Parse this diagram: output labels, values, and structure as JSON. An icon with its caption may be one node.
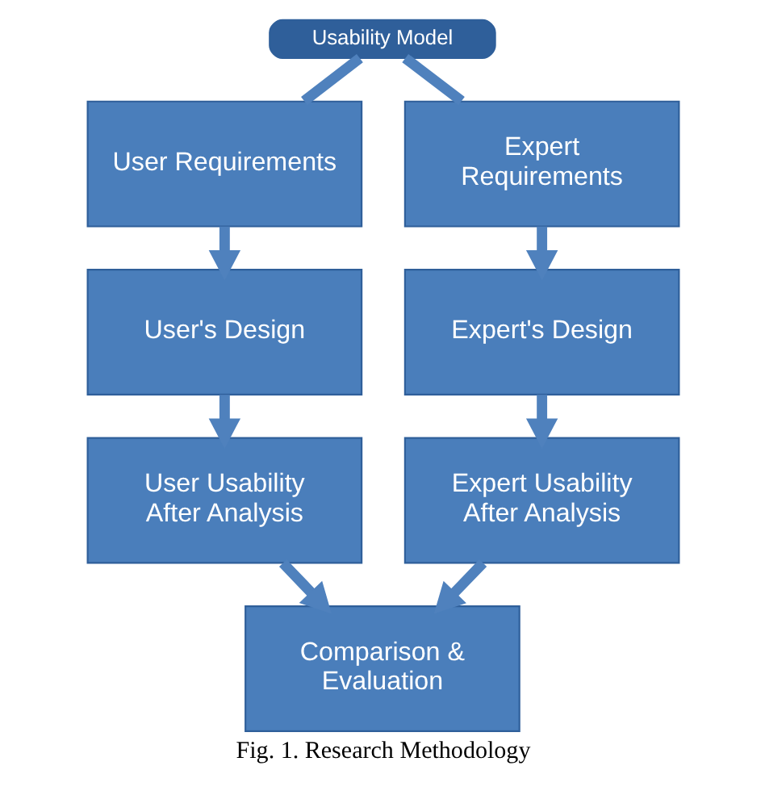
{
  "diagram": {
    "caption": "Fig. 1. Research Methodology",
    "nodes": [
      {
        "text": [
          "Usability Model"
        ]
      },
      {
        "text": [
          "User Requirements"
        ]
      },
      {
        "text": [
          "Expert Requirements"
        ]
      },
      {
        "text": [
          "User's Design"
        ]
      },
      {
        "text": [
          "Expert's Design"
        ]
      },
      {
        "text": [
          "User Usability After Analysis"
        ]
      },
      {
        "text": [
          "Expert Usability After Analysis"
        ]
      },
      {
        "text": [
          "Comparison & Evaluation"
        ]
      }
    ],
    "edges": [
      {
        "from": 0,
        "to": 1,
        "arrow": "none"
      },
      {
        "from": 0,
        "to": 2,
        "arrow": "none"
      },
      {
        "from": 1,
        "to": 3,
        "arrow": "to"
      },
      {
        "from": 3,
        "to": 5,
        "arrow": "to"
      },
      {
        "from": 5,
        "to": 7,
        "arrow": "to"
      },
      {
        "from": 2,
        "to": 4,
        "arrow": "to"
      },
      {
        "from": 4,
        "to": 6,
        "arrow": "to"
      },
      {
        "from": 6,
        "to": 7,
        "arrow": "to"
      }
    ]
  }
}
